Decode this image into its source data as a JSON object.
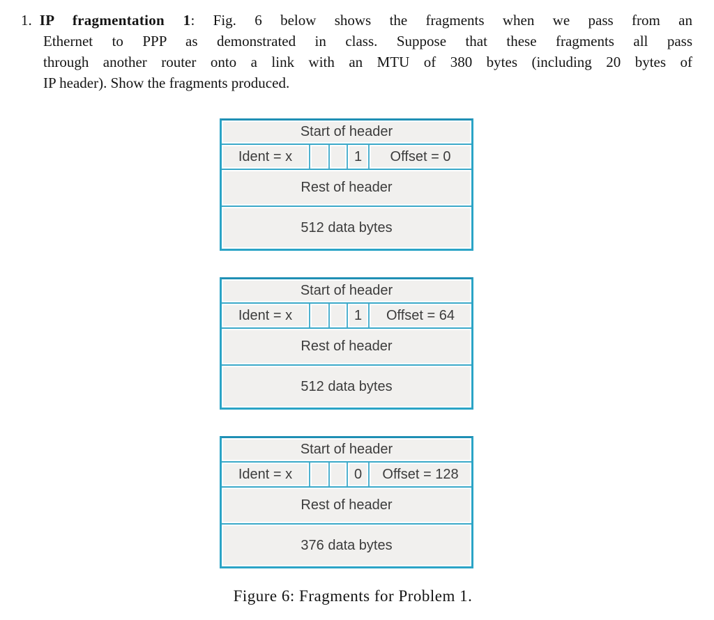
{
  "problem": {
    "number": "1.",
    "title_bold": "IP fragmentation 1",
    "line1_rest": ": Fig. 6 below shows the fragments when we pass from an",
    "line2": "Ethernet to PPP as demonstrated in class. Suppose that these fragments all pass",
    "line3": "through another router onto a link with an MTU of 380 bytes (including 20 bytes of",
    "line4": "IP header). Show the fragments produced."
  },
  "figure": {
    "caption": "Figure 6: Fragments for Problem 1.",
    "colors": {
      "border_teal": "#2ba4c6",
      "line_teal": "#3aa9c9",
      "cell_background": "#f1f0ee",
      "cell_text": "#3c3c3c"
    },
    "fragments": [
      {
        "header_top": "Start of header",
        "ident": "Ident = x",
        "flag": "1",
        "offset": "Offset = 0",
        "header_rest": "Rest of header",
        "payload": "512 data bytes"
      },
      {
        "header_top": "Start of header",
        "ident": "Ident = x",
        "flag": "1",
        "offset": "Offset = 64",
        "header_rest": "Rest of header",
        "payload": "512 data bytes"
      },
      {
        "header_top": "Start of header",
        "ident": "Ident = x",
        "flag": "0",
        "offset": "Offset = 128",
        "header_rest": "Rest of header",
        "payload": "376 data bytes"
      }
    ]
  }
}
